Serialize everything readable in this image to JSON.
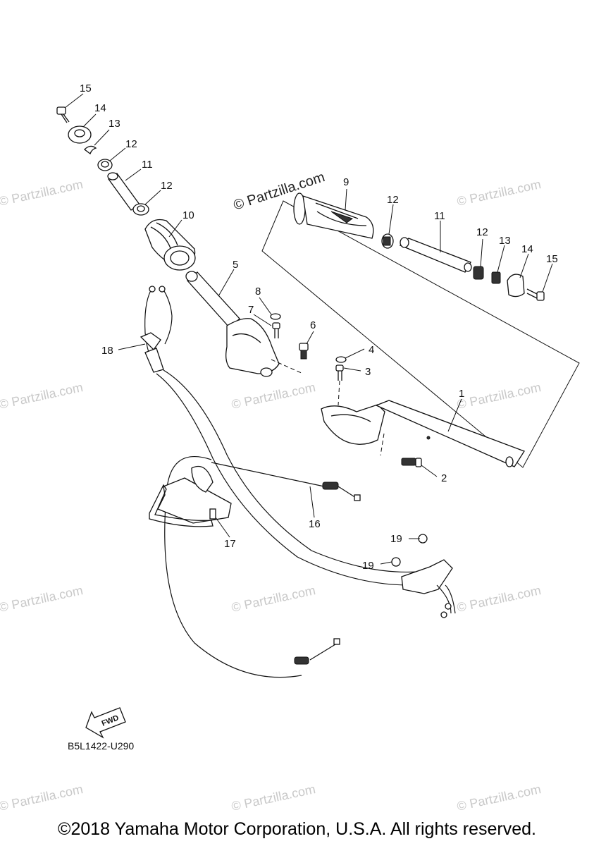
{
  "diagram_code": "B5L1422-U290",
  "copyright": "©2018 Yamaha Motor Corporation, U.S.A. All rights reserved.",
  "watermark_main": "© Partzilla.com",
  "watermark_faint": "© Partzilla.com",
  "fwd_label": "FWD",
  "callouts": {
    "c1": "1",
    "c2": "2",
    "c3": "3",
    "c4": "4",
    "c5": "5",
    "c6": "6",
    "c7": "7",
    "c8": "8",
    "c9": "9",
    "c10": "10",
    "c11a": "11",
    "c11b": "11",
    "c12a": "12",
    "c12b": "12",
    "c12c": "12",
    "c12d": "12",
    "c13a": "13",
    "c13b": "13",
    "c14a": "14",
    "c14b": "14",
    "c15a": "15",
    "c15b": "15",
    "c16": "16",
    "c17": "17",
    "c18": "18",
    "c19a": "19",
    "c19b": "19"
  }
}
